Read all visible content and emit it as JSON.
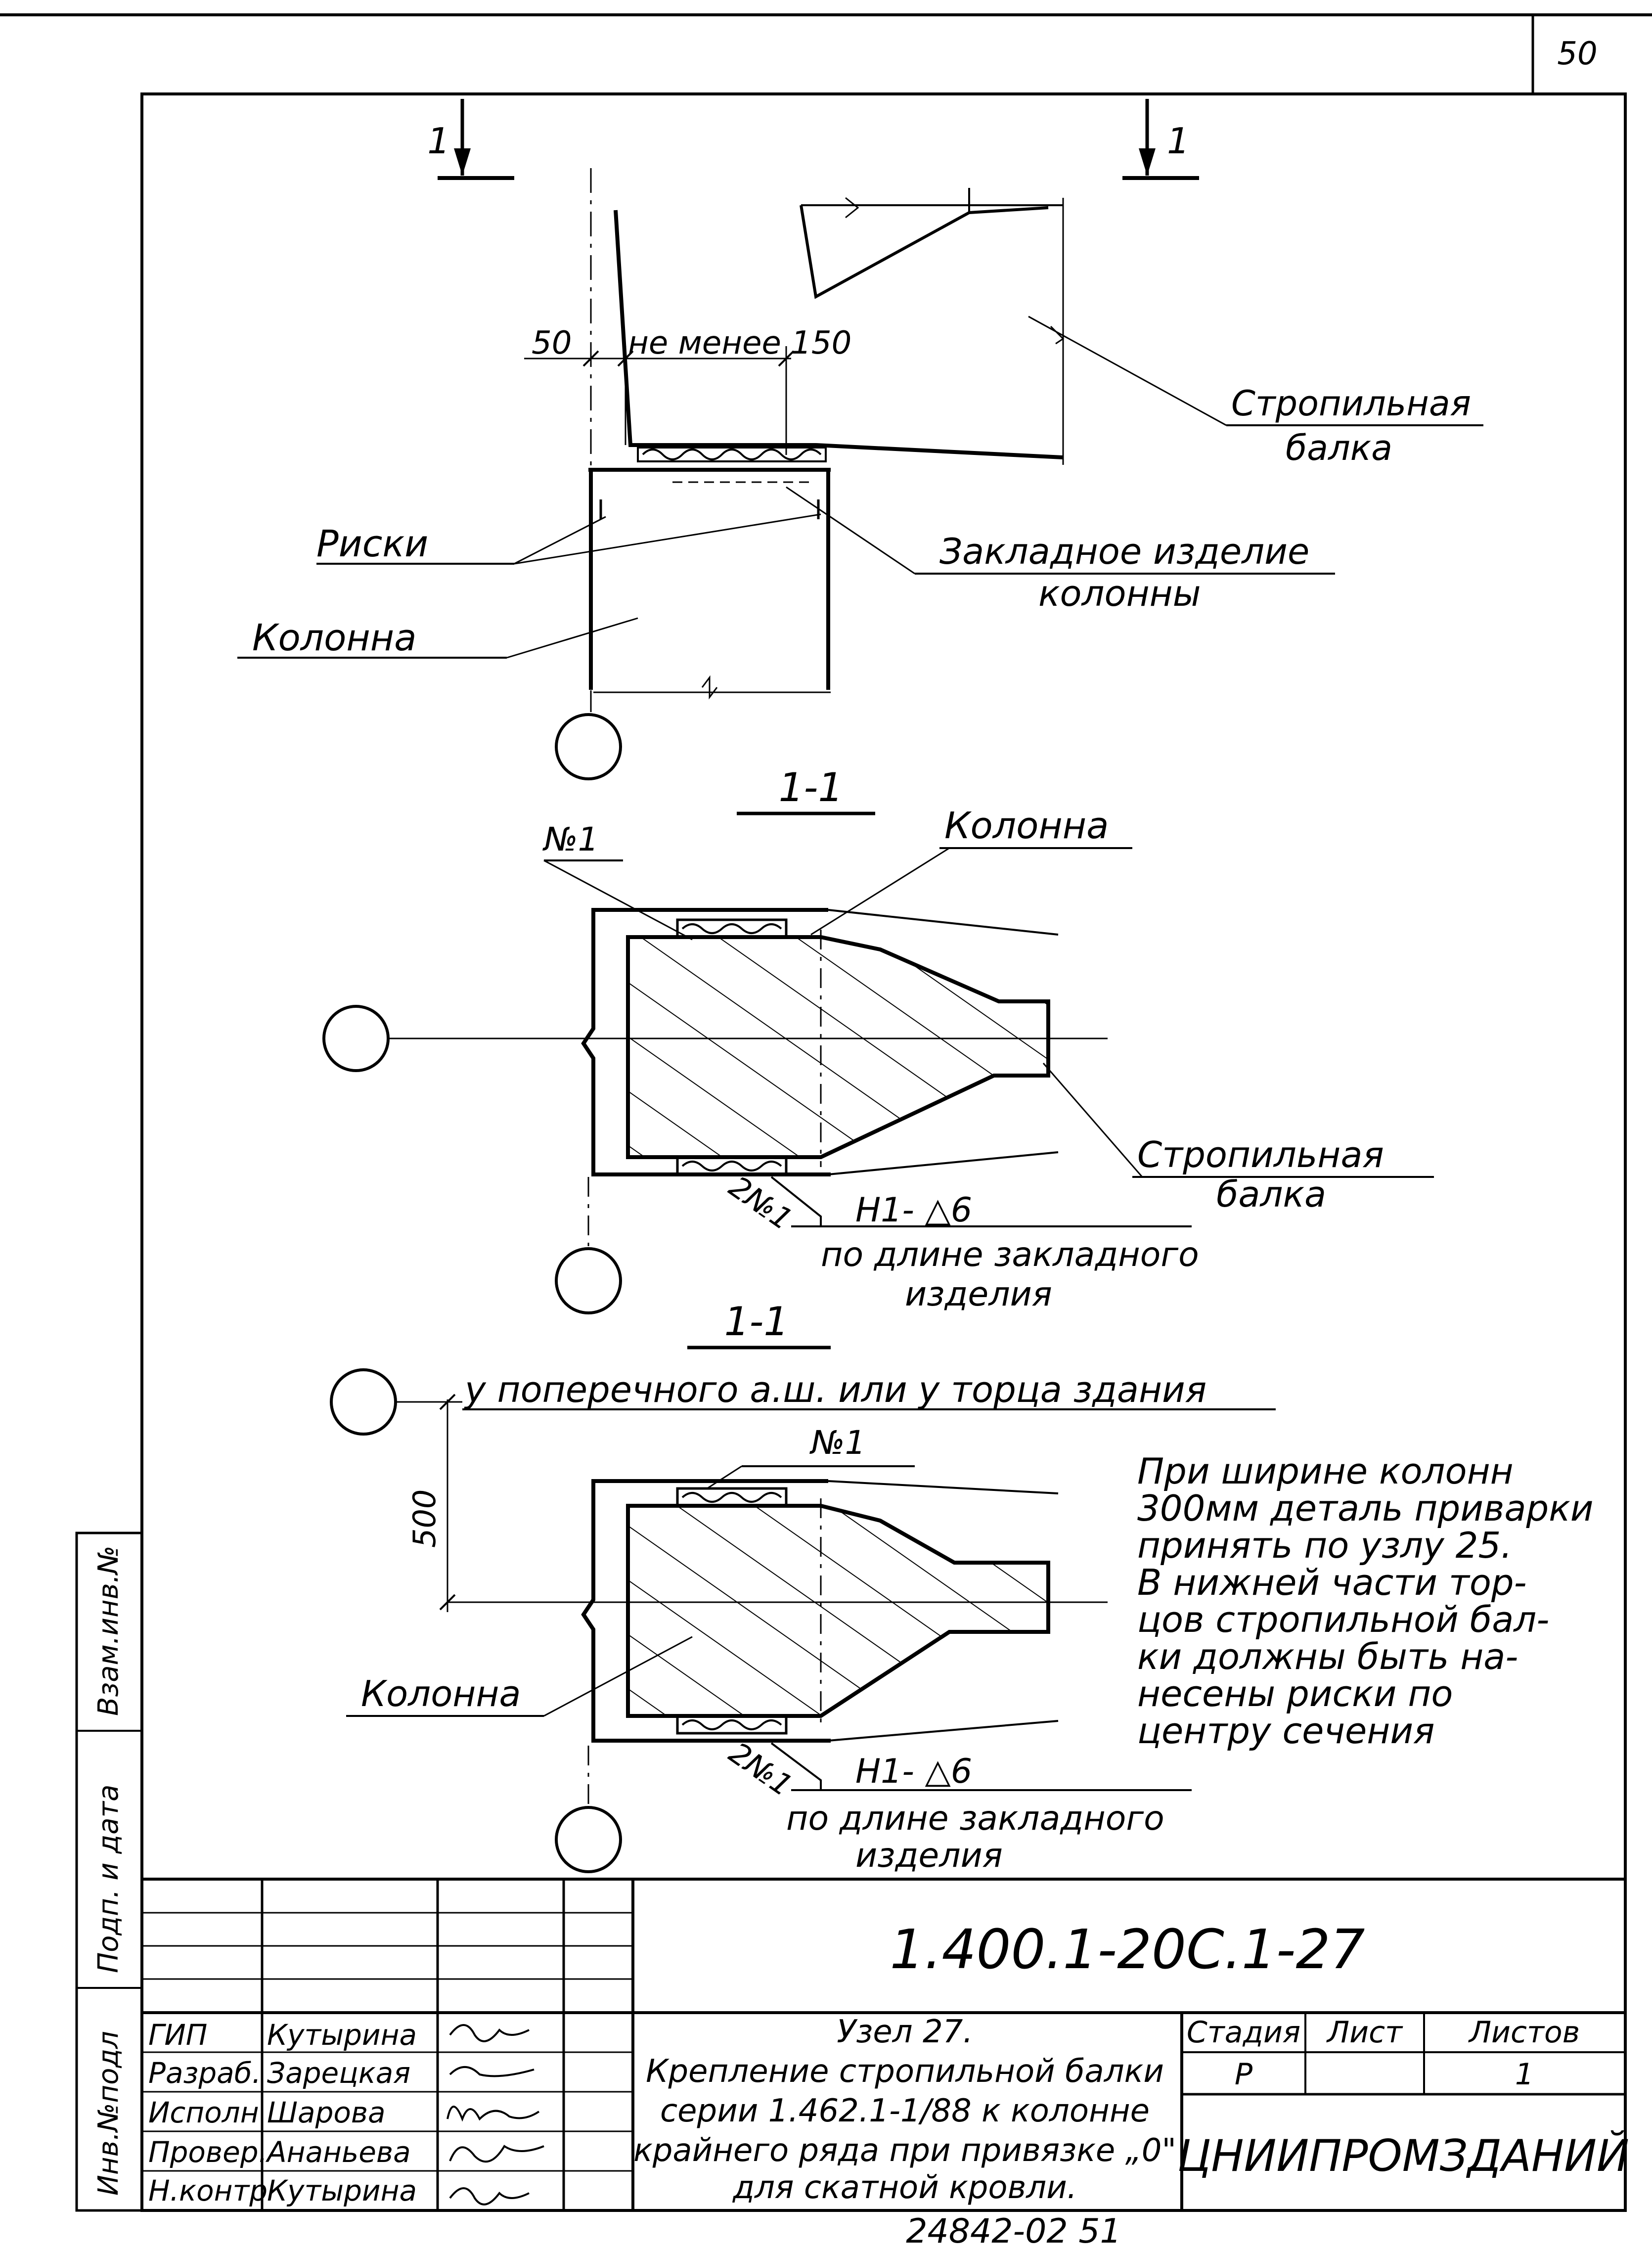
{
  "page_number": "50",
  "section_markers": {
    "left": "1",
    "right": "1"
  },
  "top_view": {
    "dim_50": "50",
    "dim_min": "не менее 150",
    "label_beam_1": "Стропильная",
    "label_beam_2": "балка",
    "label_marks": "Риски",
    "label_embedded_1": "Закладное изделие",
    "label_embedded_2": "колонны",
    "label_column": "Колонна"
  },
  "section_a": {
    "title": "1-1",
    "label_no1": "№1",
    "label_column": "Колонна",
    "label_beam_1": "Стропильная",
    "label_beam_2": "балка",
    "label_2no1": "2№1",
    "weld_symbol": "Н1- △6",
    "weld_note_1": "по длине закладного",
    "weld_note_2": "изделия"
  },
  "section_b": {
    "title": "1-1",
    "subtitle": "у поперечного а.ш. или у торца здания",
    "label_no1": "№1",
    "dim_500": "500",
    "label_column": "Колонна",
    "label_2no1": "2№1",
    "weld_symbol": "Н1- △6",
    "weld_note_1": "по длине закладного",
    "weld_note_2": "изделия"
  },
  "note_lines": [
    "При ширине колонн",
    "300мм деталь приварки",
    "принять по узлу 25.",
    "В нижней части тор-",
    "цов стропильной бал-",
    "ки должны быть на-",
    "несены риски по",
    "центру сечения"
  ],
  "side_stamp": [
    "Инв.№подл",
    "Подп. и дата",
    "Взам.инв.№"
  ],
  "title_block": {
    "designation": "1.400.1-20С.1-27",
    "roles": [
      "ГИП",
      "Разраб.",
      "Исполн",
      "Провер.",
      "Н.контр"
    ],
    "names": [
      "Кутырина",
      "Зарецкая",
      "Шарова",
      "Ананьева",
      "Кутырина"
    ],
    "title_lines": [
      "Узел 27.",
      "Крепление стропильной балки",
      "серии 1.462.1-1/88 к колонне",
      "крайнего ряда при привязке „0\"",
      "для скатной кровли."
    ],
    "stage_header": "Стадия",
    "sheet_header": "Лист",
    "sheets_header": "Листов",
    "stage": "Р",
    "sheets": "1",
    "organization": "ЦНИИПРОМЗДАНИЙ"
  },
  "footer_number": "24842-02   51"
}
